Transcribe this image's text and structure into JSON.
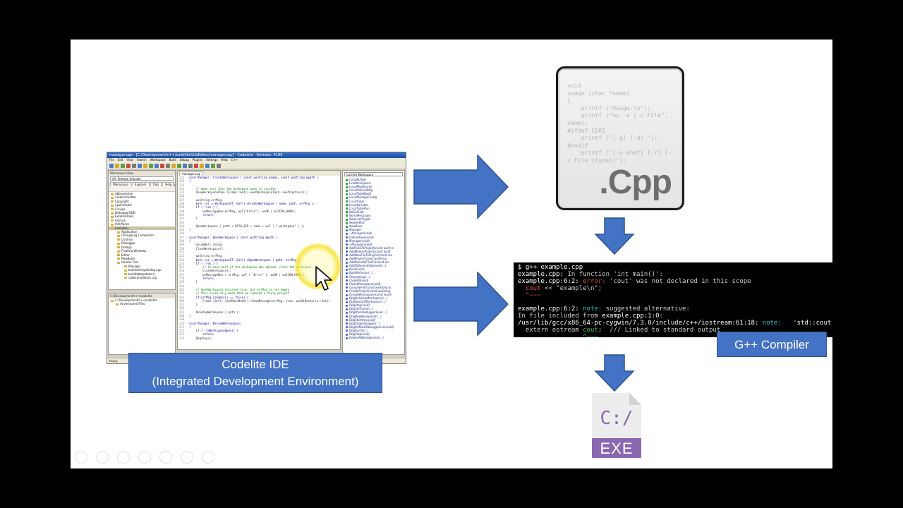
{
  "ide_screenshot": {
    "window_title": "manager.cpp - [C:/Development/c++/codelite/LiteEditor/manager.cpp] - CodeLite - Revision: 4189",
    "menu_items": [
      "File",
      "Edit",
      "View",
      "Search",
      "Workspace",
      "Build",
      "Debug",
      "Plugins",
      "Settings",
      "Help",
      "C++"
    ],
    "left_panel_title": "Workspace View",
    "workspace_selector": "All: Release Unicode",
    "left_tabs": [
      "Workspace",
      "Explorer",
      "Tabs",
      "Help.cpp"
    ],
    "tree_items": [
      "Abbreviation",
      "CodeFormatter",
      "Copyright",
      "CppChecker",
      "Cscope",
      "DebuggerGDB",
      "ExternalTools",
      "Gizmos",
      "Interfaces",
      "LiteEditor",
      "Application",
      "ChangeLog Completion",
      "Controls",
      "Debugger",
      "Dialogs",
      "Floating Windows",
      "Editor",
      "NewBuild",
      "Header Files",
      "Manager",
      "buildsettingsdialog.cpp",
      "buildtabtopstatic.h",
      "codecompletion.cpp"
    ],
    "bottom_panel_path": "C:/Development/c++/codelite",
    "bottom_panel_items": [
      "C:/Development/c++/codelite",
      "Unversioned Files"
    ],
    "editor_tab": "manager.cpp",
    "code_lines": [
      {
        "ln": "231",
        "text": "void Manager::CreateWorkspace ( const wxString &name, const wxString &path )"
      },
      {
        "ln": "232",
        "text": "{"
      },
      {
        "ln": "233",
        "text": ""
      },
      {
        "ln": "234",
        "text": "    // make sure that the workspace pane is visible"
      },
      {
        "ln": "235",
        "text": "    ShowWorkspacePane (Frame::Get()->GetWorkspaceTab()->GetCaption());"
      },
      {
        "ln": "236",
        "text": ""
      },
      {
        "ln": "237",
        "text": "    wxString errMsg;"
      },
      {
        "ln": "238",
        "text": "    bool res = WorkspaceST::Get()->CreateWorkspace ( name, path, errMsg );"
      },
      {
        "ln": "239",
        "text": "    if ( !res ) {"
      },
      {
        "ln": "240",
        "text": "        wxMessageBox(errMsg, wxT(\"Error\"), wxOK | wxICON_HAND);"
      },
      {
        "ln": "241",
        "text": "        return;"
      },
      {
        "ln": "242",
        "text": "    }"
      },
      {
        "ln": "243",
        "text": ""
      },
      {
        "ln": "244",
        "text": "    OpenWorkspace ( path + PATH_SEP + name + wxT ( \".workspace\" ) );"
      },
      {
        "ln": "245",
        "text": "}"
      },
      {
        "ln": "246",
        "text": ""
      },
      {
        "ln": "247",
        "text": "void Manager::OpenWorkspace ( const wxString &path )"
      },
      {
        "ln": "248",
        "text": "{"
      },
      {
        "ln": "249",
        "text": "    wxLogNull noLog;"
      },
      {
        "ln": "250",
        "text": "    CloseWorkspace();"
      },
      {
        "ln": "251",
        "text": ""
      },
      {
        "ln": "252",
        "text": "    wxString errMsg;"
      },
      {
        "ln": "253",
        "text": "    bool res = WorkspaceST::Get()->OpenWorkspace ( path, errMsg );"
      },
      {
        "ln": "254",
        "text": "    if ( !res ) {"
      },
      {
        "ln": "255",
        "text": "        // in case part of the workspace was opened, close the workspace"
      },
      {
        "ln": "256",
        "text": "        CloseWorkspace();"
      },
      {
        "ln": "257",
        "text": "        wxMessageBox ( errMsg, wxT ( \"Error\" ), wxOK | wxICON_HAND );"
      },
      {
        "ln": "258",
        "text": "        return;"
      },
      {
        "ln": "259",
        "text": "    }"
      },
      {
        "ln": "260",
        "text": ""
      },
      {
        "ln": "261",
        "text": "    // OpenWorkspace returned true, but errMsg is not empty"
      },
      {
        "ln": "262",
        "text": "    // this could only mean that we removed a fauly project"
      },
      {
        "ln": "263",
        "text": "    if(errMsg.IsEmpty() == false) {"
      },
      {
        "ln": "264",
        "text": "        Frame::Get()->GetMainBook()->ShowMessage(errMsg, true, wxXmlResource::Get()"
      },
      {
        "ln": "265",
        "text": "    }"
      },
      {
        "ln": "266",
        "text": ""
      },
      {
        "ln": "267",
        "text": "    DoSetupWorkspace ( path );"
      },
      {
        "ln": "268",
        "text": "}"
      },
      {
        "ln": "269",
        "text": ""
      },
      {
        "ln": "270",
        "text": "void Manager::ReloadWorkspace()"
      },
      {
        "ln": "271",
        "text": "{"
      },
      {
        "ln": "272",
        "text": "    if ( !IsWorkspaceOpen() )"
      },
      {
        "ln": "273",
        "text": "        return;"
      },
      {
        "ln": "274",
        "text": "    DbgStop();"
      }
    ],
    "right_panel_selector": "Current Workspace",
    "outline_items": [
      "LocalBuilder",
      "LineWorkspace",
      "LocalMsgRunner",
      "LocalRebuildMsg",
      "LocalTableBuild",
      "LocalManageConfig",
      "LocalTable",
      "LocalVariable",
      "LocalTableRun",
      "NoExtSafe",
      "NormMessages",
      "NewLastTarget",
      "NewSetExt",
      "NewBase",
      "Manager",
      "~Manager(void)",
      "IsShutdown(void)",
      "Manager(void)",
      "~Manager(void)",
      "AddFilesToProject(const wxArra",
      "AddMasterProject(const wxSt",
      "AddNewFileToProject(const wx",
      "AddProject(const wxString",
      "AddRemoteFilesTo(const wx",
      "AddToRecentlyOpened(...)",
      "Build(void)",
      "BuildRefactor(...)",
      "ChangeLog(...)",
      "CloseAll(void)",
      "CloseWorkspace(void)",
      "CompileFile(const wxString &",
      "CreateProject(const wxString",
      "CreateWorkspace(const wxStr",
      "DbgDoSetupWorkspace(...)",
      "DbgRestartWorkspace(...)",
      "DbgStop(void)",
      "DbgSetFrame(...)",
      "DbgMarkDebuggerLine(...)",
      "DbgNewBreakpoint(...)",
      "DbgStart(long pid)",
      "DbgStopDebugger(...)",
      "DbgUnMarkDebuggerLine(void)",
      "DbgRunTo(...)",
      "DbgStop(void)",
      "DeleteAllBreakpoints(...)"
    ],
    "status_text": "Ready"
  },
  "captions": {
    "ide": [
      "Codelite IDE",
      "(Integrated Development Environment)"
    ],
    "compiler": "G++ Compiler"
  },
  "cpp_file_icon": {
    "code_lines": [
      "void",
      "usage (char *name)",
      "{",
      "    printf (\"Usage:\\n\");",
      "    printf (\"%s -a [-c File\",",
      "name);",
      "#ifdef CDRI",
      "    printf (\"[-g] [-d] \");",
      "#endif",
      "    printf (\"[-p what] [-r] [-",
      "u File [type]]\");"
    ],
    "extension": ".Cpp"
  },
  "terminal": {
    "lines": [
      {
        "segments": [
          {
            "t": "$ g++ example.cpp",
            "cls": "w"
          }
        ]
      },
      {
        "segments": [
          {
            "t": "example.cpp:",
            "cls": "w"
          },
          {
            "t": " In function 'int main()':",
            "cls": ""
          }
        ]
      },
      {
        "segments": [
          {
            "t": "example.cpp:6:2: ",
            "cls": "w"
          },
          {
            "t": "error:",
            "cls": "r"
          },
          {
            "t": " 'cout' was not declared in this scope",
            "cls": ""
          }
        ]
      },
      {
        "segments": [
          {
            "t": "  ",
            "cls": ""
          },
          {
            "t": "cout",
            "cls": "r"
          },
          {
            "t": " << \"example\\n\";",
            "cls": ""
          }
        ]
      },
      {
        "segments": [
          {
            "t": "  ^~~~",
            "cls": "r"
          }
        ]
      },
      {
        "segments": [
          {
            "t": "",
            "cls": ""
          }
        ]
      },
      {
        "segments": [
          {
            "t": "example.cpp:6:2: ",
            "cls": "w"
          },
          {
            "t": "note:",
            "cls": "c"
          },
          {
            "t": " suggested alternative:",
            "cls": ""
          }
        ]
      },
      {
        "segments": [
          {
            "t": "In file included from ",
            "cls": ""
          },
          {
            "t": "example.cpp:1:0",
            "cls": "w"
          },
          {
            "t": ":",
            "cls": ""
          }
        ]
      },
      {
        "segments": [
          {
            "t": "/usr/lib/gcc/x86_64-pc-cygwin/7.3.0/include/c++/iostream:61:18: ",
            "cls": "w"
          },
          {
            "t": "note:",
            "cls": "c"
          },
          {
            "t": "   'std::cout'",
            "cls": "w"
          }
        ]
      },
      {
        "segments": [
          {
            "t": "  extern ostream ",
            "cls": ""
          },
          {
            "t": "cout",
            "cls": "g"
          },
          {
            "t": ";  /// Linked to standard output",
            "cls": ""
          }
        ]
      },
      {
        "segments": [
          {
            "t": "                 ^~~~",
            "cls": "g"
          }
        ]
      }
    ]
  },
  "exe_icon": {
    "glyph": "C:/",
    "label": "EXE",
    "color": "#8a68b0"
  },
  "colors": {
    "arrow_fill": "#4472c4",
    "caption_fill": "#4472c4"
  }
}
